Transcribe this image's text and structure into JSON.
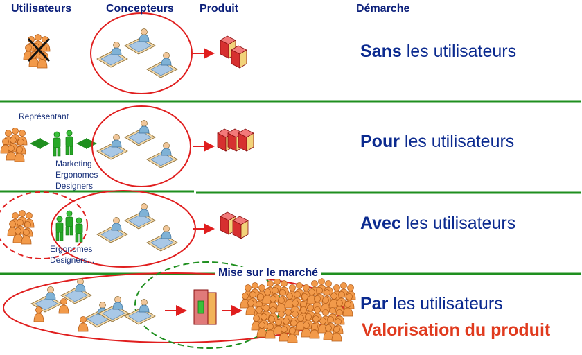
{
  "headers": {
    "users": "Utilisateurs",
    "designers": "Concepteurs",
    "product": "Produit",
    "approach": "Démarche"
  },
  "rows": [
    {
      "keyword": "Sans",
      "rest": " les utilisateurs"
    },
    {
      "keyword": "Pour",
      "rest": " les utilisateurs"
    },
    {
      "keyword": "Avec",
      "rest": " les utilisateurs"
    },
    {
      "keyword": "Par",
      "rest": " les utilisateurs"
    }
  ],
  "row2_labels": {
    "representative": "Représentant",
    "roles": [
      "Marketing",
      "Ergonomes",
      "Designers"
    ]
  },
  "row3_labels": {
    "roles": [
      "Ergonomes",
      "Designers..."
    ]
  },
  "market_label": "Mise sur le marché",
  "value_label": "Valorisation du produit",
  "colors": {
    "header_text": "#0b1f7a",
    "approach_text": "#0b2a8f",
    "separator": "#1f8f1f",
    "ellipse": "#e01e1e",
    "value_text": "#e03a1e",
    "person": "#f29a4a",
    "designer_shirt": "#7fb2d6",
    "representative": "#28a828",
    "box": "#d63030"
  }
}
